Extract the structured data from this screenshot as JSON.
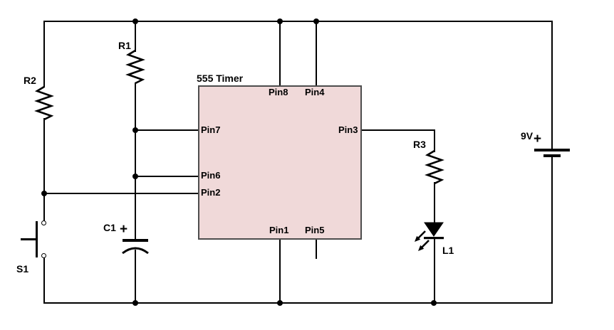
{
  "diagram": {
    "background_color": "#ffffff",
    "wire_color": "#000000",
    "ic": {
      "label": "555 Timer",
      "fill_color": "#f0d9d9",
      "border_color": "#4d4d4d",
      "pins": {
        "pin1": "Pin1",
        "pin2": "Pin2",
        "pin3": "Pin3",
        "pin4": "Pin4",
        "pin5": "Pin5",
        "pin6": "Pin6",
        "pin7": "Pin7",
        "pin8": "Pin8"
      }
    },
    "components": {
      "r1": {
        "label": "R1",
        "type": "resistor"
      },
      "r2": {
        "label": "R2",
        "type": "resistor"
      },
      "r3": {
        "label": "R3",
        "type": "resistor"
      },
      "c1": {
        "label": "C1",
        "type": "polarized-capacitor",
        "polarity": "+"
      },
      "s1": {
        "label": "S1",
        "type": "pushbutton-switch"
      },
      "l1": {
        "label": "L1",
        "type": "led"
      },
      "battery": {
        "label": "9V",
        "type": "battery",
        "polarity": "+"
      }
    }
  }
}
